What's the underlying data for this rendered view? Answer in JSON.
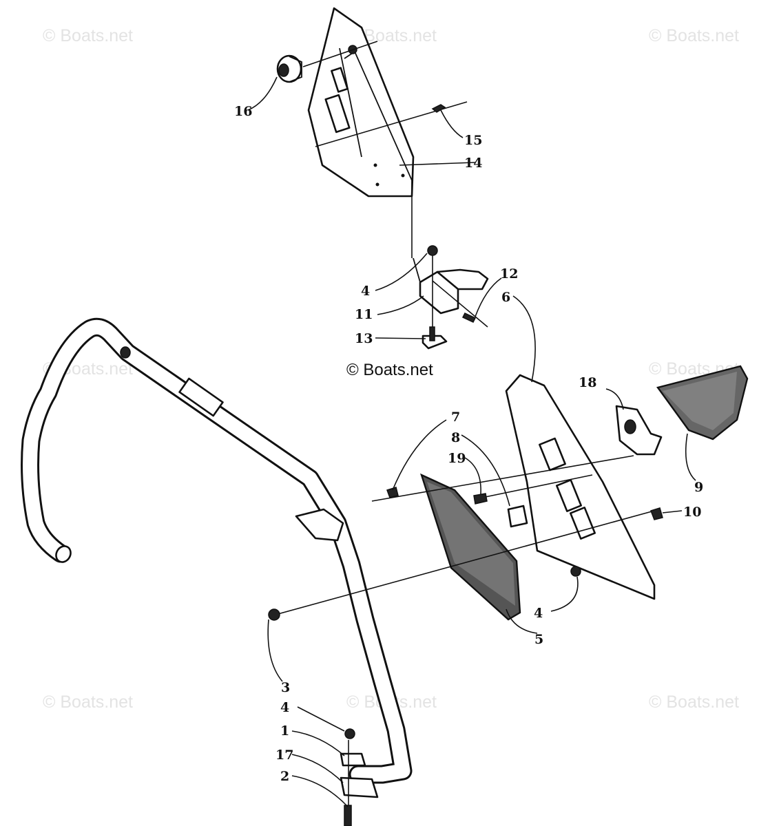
{
  "watermarks": {
    "top_left": "© Boats.net",
    "top_center": "© Boats.net",
    "top_right": "© Boats.net",
    "mid_left": "© Boats.net",
    "center": "© Boats.net",
    "mid_right": "© Boats.net",
    "bottom_left": "© Boats.net",
    "bottom_center": "© Boats.net",
    "bottom_right": "© Boats.net"
  },
  "callouts": {
    "c1": "1",
    "c2": "2",
    "c3": "3",
    "c4a": "4",
    "c4b": "4",
    "c4c": "4",
    "c5": "5",
    "c6": "6",
    "c7": "7",
    "c8": "8",
    "c9": "9",
    "c10": "10",
    "c11": "11",
    "c12": "12",
    "c13": "13",
    "c14": "14",
    "c15": "15",
    "c16": "16",
    "c17": "17",
    "c18": "18",
    "c19": "19"
  },
  "colors": {
    "ink": "#111111",
    "watermark": "#e3e3e3",
    "background": "#ffffff"
  }
}
